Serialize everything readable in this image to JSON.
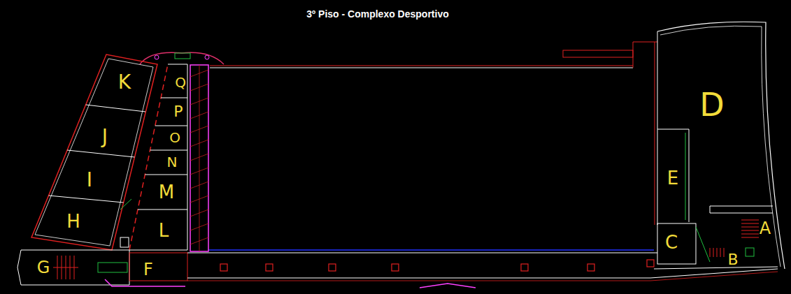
{
  "diagram": {
    "title": "3º Piso - Complexo Desportivo",
    "labels": [
      "K",
      "Q",
      "P",
      "D",
      "O",
      "J",
      "N",
      "E",
      "I",
      "M",
      "A",
      "H",
      "L",
      "C",
      "B",
      "G",
      "F"
    ]
  }
}
